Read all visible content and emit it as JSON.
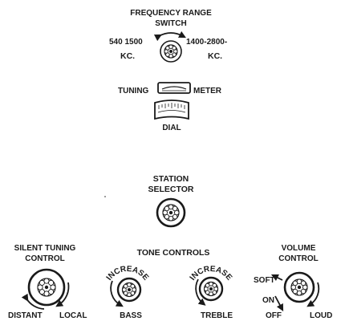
{
  "frequency": {
    "title_line1": "FREQUENCY RANGE",
    "title_line2": "SWITCH",
    "left_range": "540 1500",
    "left_unit": "KC.",
    "right_range": "1400-2800-",
    "right_unit": "KC."
  },
  "tuning": {
    "left_label": "TUNING",
    "right_label": "METER",
    "dial_label": "DIAL"
  },
  "station": {
    "line1": "STATION",
    "line2": "SELECTOR"
  },
  "silent_tuning": {
    "line1": "SILENT TUNING",
    "line2": "CONTROL",
    "left_label": "DISTANT",
    "right_label": "LOCAL"
  },
  "tone": {
    "title": "TONE  CONTROLS",
    "increase_label": "INCREASE",
    "bass_label": "BASS",
    "treble_label": "TREBLE"
  },
  "volume": {
    "line1": "VOLUME",
    "line2": "CONTROL",
    "soft_label": "SOFT",
    "on_label": "ON",
    "off_label": "OFF",
    "loud_label": "LOUD"
  }
}
